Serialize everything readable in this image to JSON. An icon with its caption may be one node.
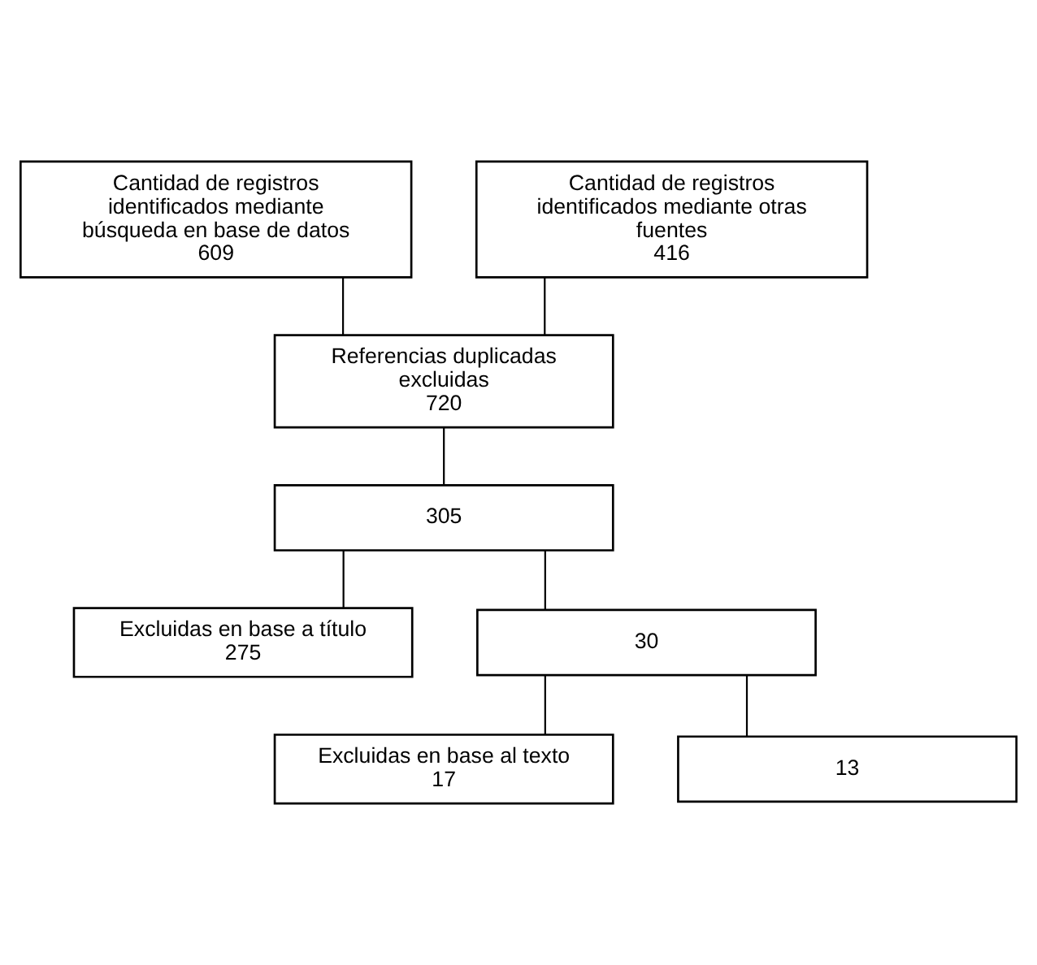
{
  "diagram": {
    "nodes": [
      {
        "text": [
          "Cantidad de registros identificados mediante búsqueda en base de datos",
          "609"
        ]
      },
      {
        "text": [
          "Cantidad de registros identificados mediante otras fuentes",
          "416"
        ]
      },
      {
        "text": [
          "Referencias duplicadas excluidas",
          "720"
        ]
      },
      {
        "text": [
          "305"
        ]
      },
      {
        "text": [
          "Excluidas en base a título",
          "275"
        ]
      },
      {
        "text": [
          "30"
        ]
      },
      {
        "text": [
          "Excluidas en base al texto",
          "17"
        ]
      },
      {
        "text": [
          "13"
        ]
      }
    ],
    "edges": [
      {
        "from": 0,
        "to": 2,
        "arrow": "none"
      },
      {
        "from": 1,
        "to": 2,
        "arrow": "none"
      },
      {
        "from": 2,
        "to": 3,
        "arrow": "none"
      },
      {
        "from": 3,
        "to": 5,
        "arrow": "none"
      },
      {
        "from": 3,
        "to": 4,
        "arrow": "none"
      },
      {
        "from": 5,
        "to": 7,
        "arrow": "none"
      },
      {
        "from": 5,
        "to": 6,
        "arrow": "none"
      }
    ]
  }
}
